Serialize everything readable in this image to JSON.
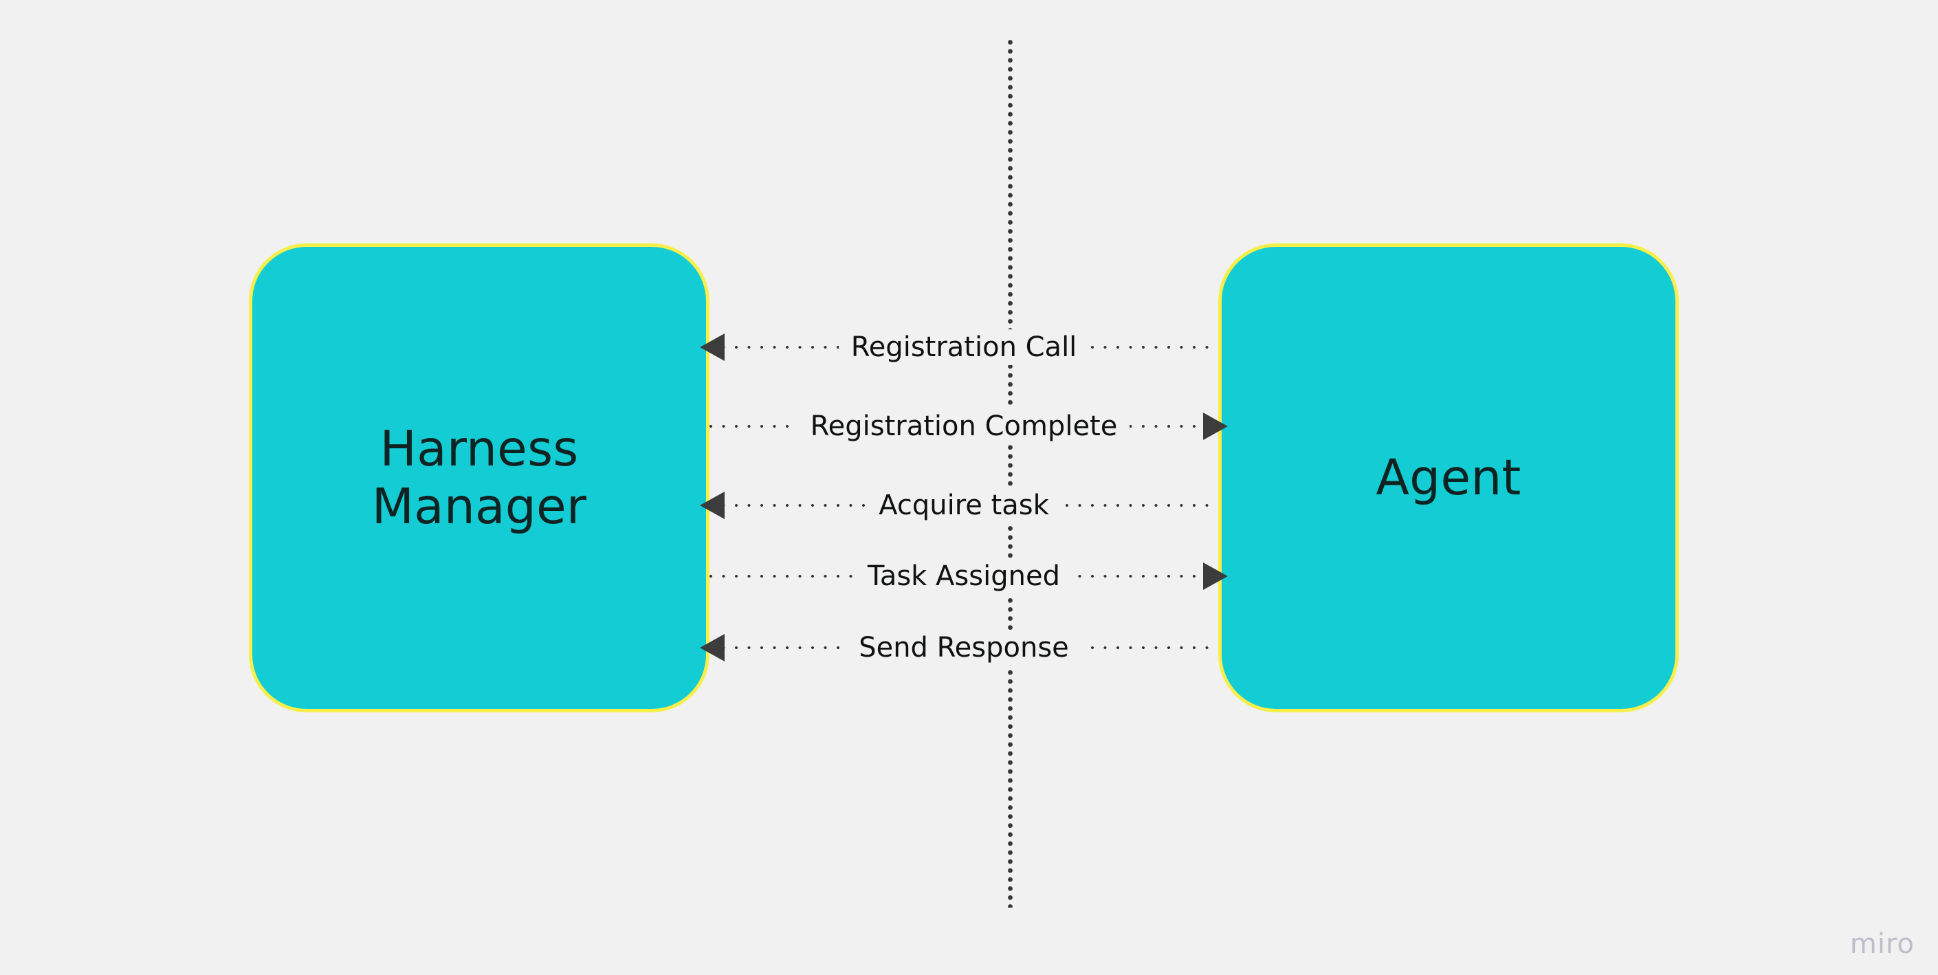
{
  "diagram": {
    "type": "sequence-diagram",
    "background_color": "#f1f1f1",
    "nodes": [
      {
        "id": "harness-manager",
        "label": "Harness\nManager",
        "fill_color": "#14cdd4",
        "border_color": "#f8ef4b"
      },
      {
        "id": "agent",
        "label": "Agent",
        "fill_color": "#14cdd4",
        "border_color": "#f8ef4b"
      }
    ],
    "messages": [
      {
        "label": "Registration Call",
        "direction": "right-to-left",
        "from": "agent",
        "to": "harness-manager"
      },
      {
        "label": "Registration Complete",
        "direction": "left-to-right",
        "from": "harness-manager",
        "to": "agent"
      },
      {
        "label": "Acquire task",
        "direction": "right-to-left",
        "from": "agent",
        "to": "harness-manager"
      },
      {
        "label": "Task Assigned",
        "direction": "left-to-right",
        "from": "harness-manager",
        "to": "agent"
      },
      {
        "label": "Send Response",
        "direction": "right-to-left",
        "from": "agent",
        "to": "harness-manager"
      }
    ],
    "divider": {
      "name": "vertical-dotted-lifeline",
      "color": "#35363a",
      "style": "dotted"
    },
    "line_color": "#35363a",
    "arrow_color": "#3c3c3c",
    "text_color": "#0f1211"
  },
  "watermark": {
    "label": "miro",
    "color": "#bdbdcb"
  }
}
